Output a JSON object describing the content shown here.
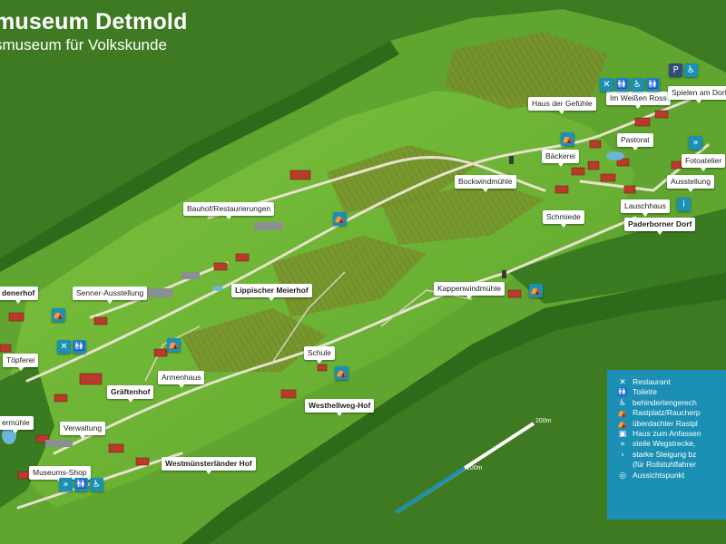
{
  "title": {
    "main": "museum Detmold",
    "sub": "smuseum für Volkskunde"
  },
  "places": {
    "haus_der_gefuehle": "Haus der Gefühle",
    "im_weissen_ross": "Im Weißen Ross",
    "spielen_am_dorf": "Spielen am Dorf",
    "pastorat": "Pastorat",
    "baeckerei": "Bäckerei",
    "fotoatelier": "Fotoatelier",
    "bockwindmuehle": "Bockwindmühle",
    "ausstellung": "Ausstellung",
    "lauschhaus": "Lauschhaus",
    "schmiede": "Schmiede",
    "paderborner_dorf": "Paderborner Dorf",
    "bauhof": "Bauhof/Restaurierungen",
    "denerhof": "denerhof",
    "senner_ausstellung": "Senner-Ausstellung",
    "lippischer_meierhof": "Lippischer Meierhof",
    "kappenwindmuehle": "Kappenwindmühle",
    "toepferei": "Töpferei",
    "schule": "Schule",
    "armenhaus": "Armenhaus",
    "graeftenhof": "Gräftenhof",
    "westhellweg_hof": "Westhellweg-Hof",
    "ermuehle": "ermühle",
    "verwaltung": "Verwaltung",
    "museums_shop": "Museums-Shop",
    "westmuensterlaender_hof": "Westmünsterländer Hof"
  },
  "icons": {
    "parking": "P",
    "wheelchair": "♿",
    "restaurant": "✕",
    "toilet": "🚻",
    "steep": "»",
    "rest": "⛺"
  },
  "legend": {
    "items": [
      {
        "symbol": "✕",
        "label": "Restaurant"
      },
      {
        "symbol": "🚻",
        "label": "Toilette"
      },
      {
        "symbol": "♿",
        "label": "behindertengerech"
      },
      {
        "symbol": "⛺",
        "label": "Rastplatz/Raucherp"
      },
      {
        "symbol": "⛺",
        "label": "überdachter Rastpl"
      },
      {
        "symbol": "▣",
        "label": "Haus zum Anfassen"
      },
      {
        "symbol": "»",
        "label": "steile Wegstrecke,"
      },
      {
        "symbol": "›",
        "label": "starke Steigung bz"
      },
      {
        "symbol": "",
        "label": "(für Rollstuhlfahrer"
      },
      {
        "symbol": "◎",
        "label": "Aussichtspunkt"
      }
    ]
  },
  "scale": {
    "label_200": "200m",
    "label_100": "100m"
  },
  "colors": {
    "background": "#3f7d24",
    "grass": "#6fba36",
    "legend": "#1b8fb4",
    "scale_bar": "#1b8fb4",
    "roof": "#b83a2a"
  }
}
